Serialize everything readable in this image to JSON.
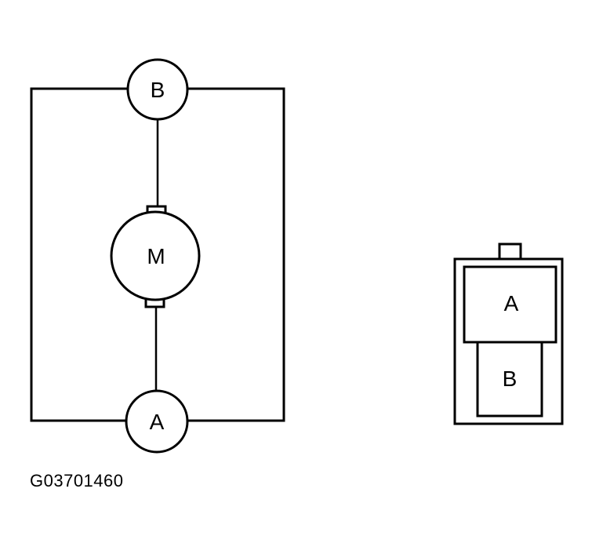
{
  "schematic": {
    "terminal_top_label": "B",
    "motor_label": "M",
    "terminal_bottom_label": "A"
  },
  "connector": {
    "upper_cavity_label": "A",
    "lower_cavity_label": "B"
  },
  "figure_code": "G03701460"
}
